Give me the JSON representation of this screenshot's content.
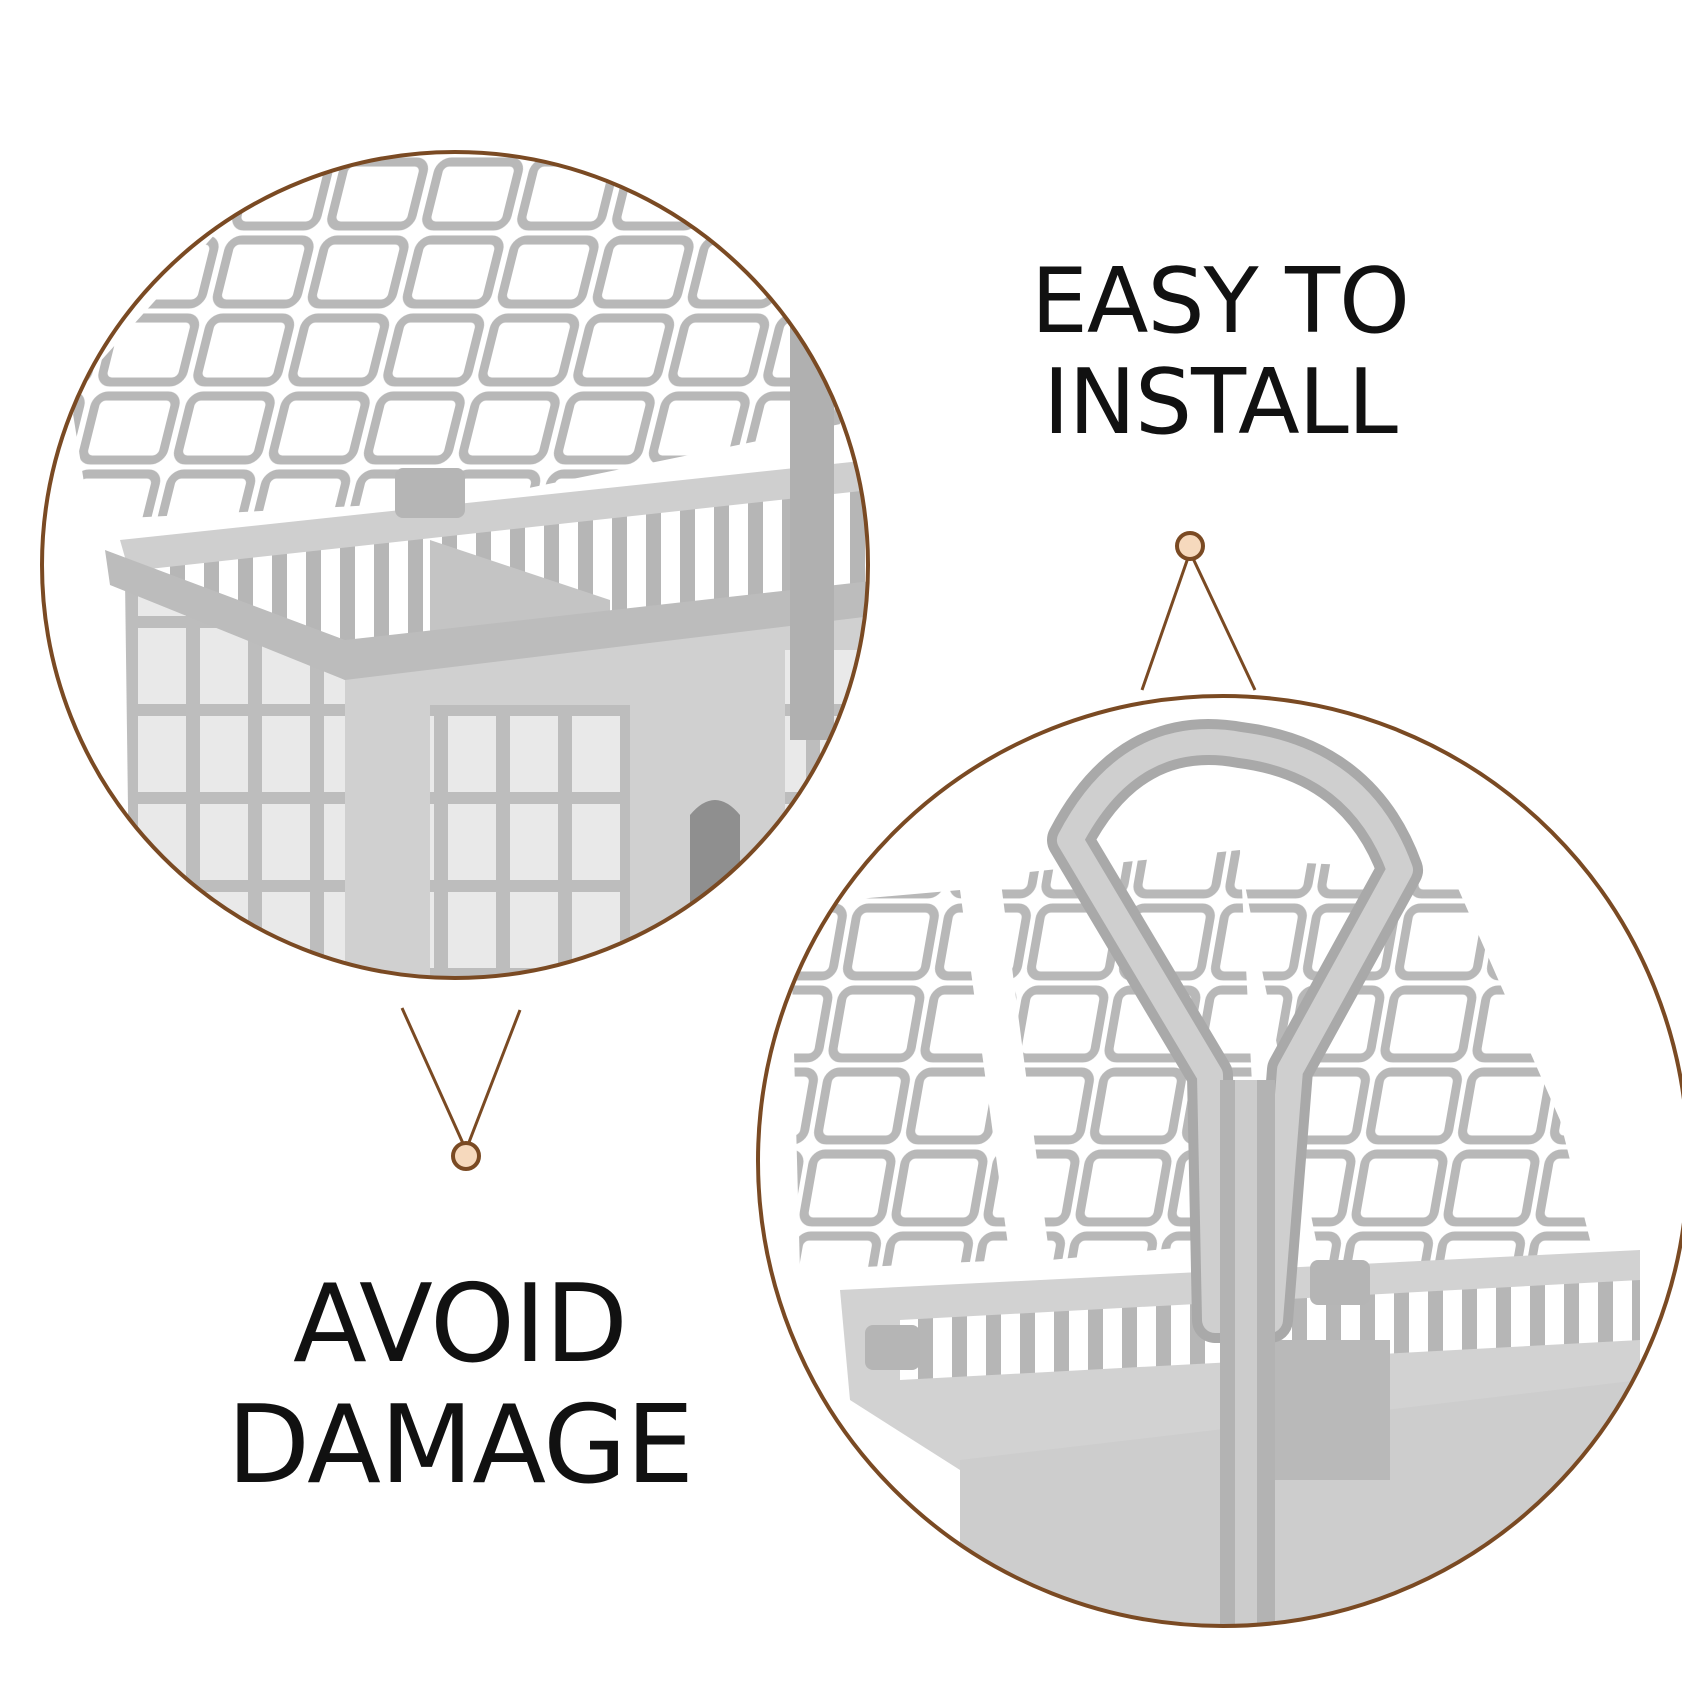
{
  "captions": {
    "install": {
      "line1": "EASY TO",
      "line2": "INSTALL"
    },
    "damage": {
      "line1": "AVOID",
      "line2": "DAMAGE"
    }
  },
  "colors": {
    "ring": "#7a4a23",
    "connector": "#7a4a23",
    "dot_fill": "#f6d9bd",
    "plastic": "#c9c9c9",
    "plastic_dark": "#9c9c9c",
    "text": "#111111"
  },
  "photos": {
    "left_circle": "cutlery-basket-side-view-lid-open",
    "right_circle": "cutlery-basket-handle-closeup"
  }
}
